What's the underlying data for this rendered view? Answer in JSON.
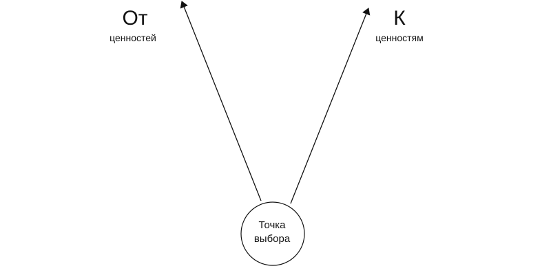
{
  "left_branch": {
    "title": "От",
    "subtitle": "ценностей"
  },
  "right_branch": {
    "title": "К",
    "subtitle": "ценностям"
  },
  "center_node": {
    "line1": "Точка",
    "line2": "выбора"
  },
  "colors": {
    "stroke": "#111111",
    "background": "#ffffff"
  }
}
